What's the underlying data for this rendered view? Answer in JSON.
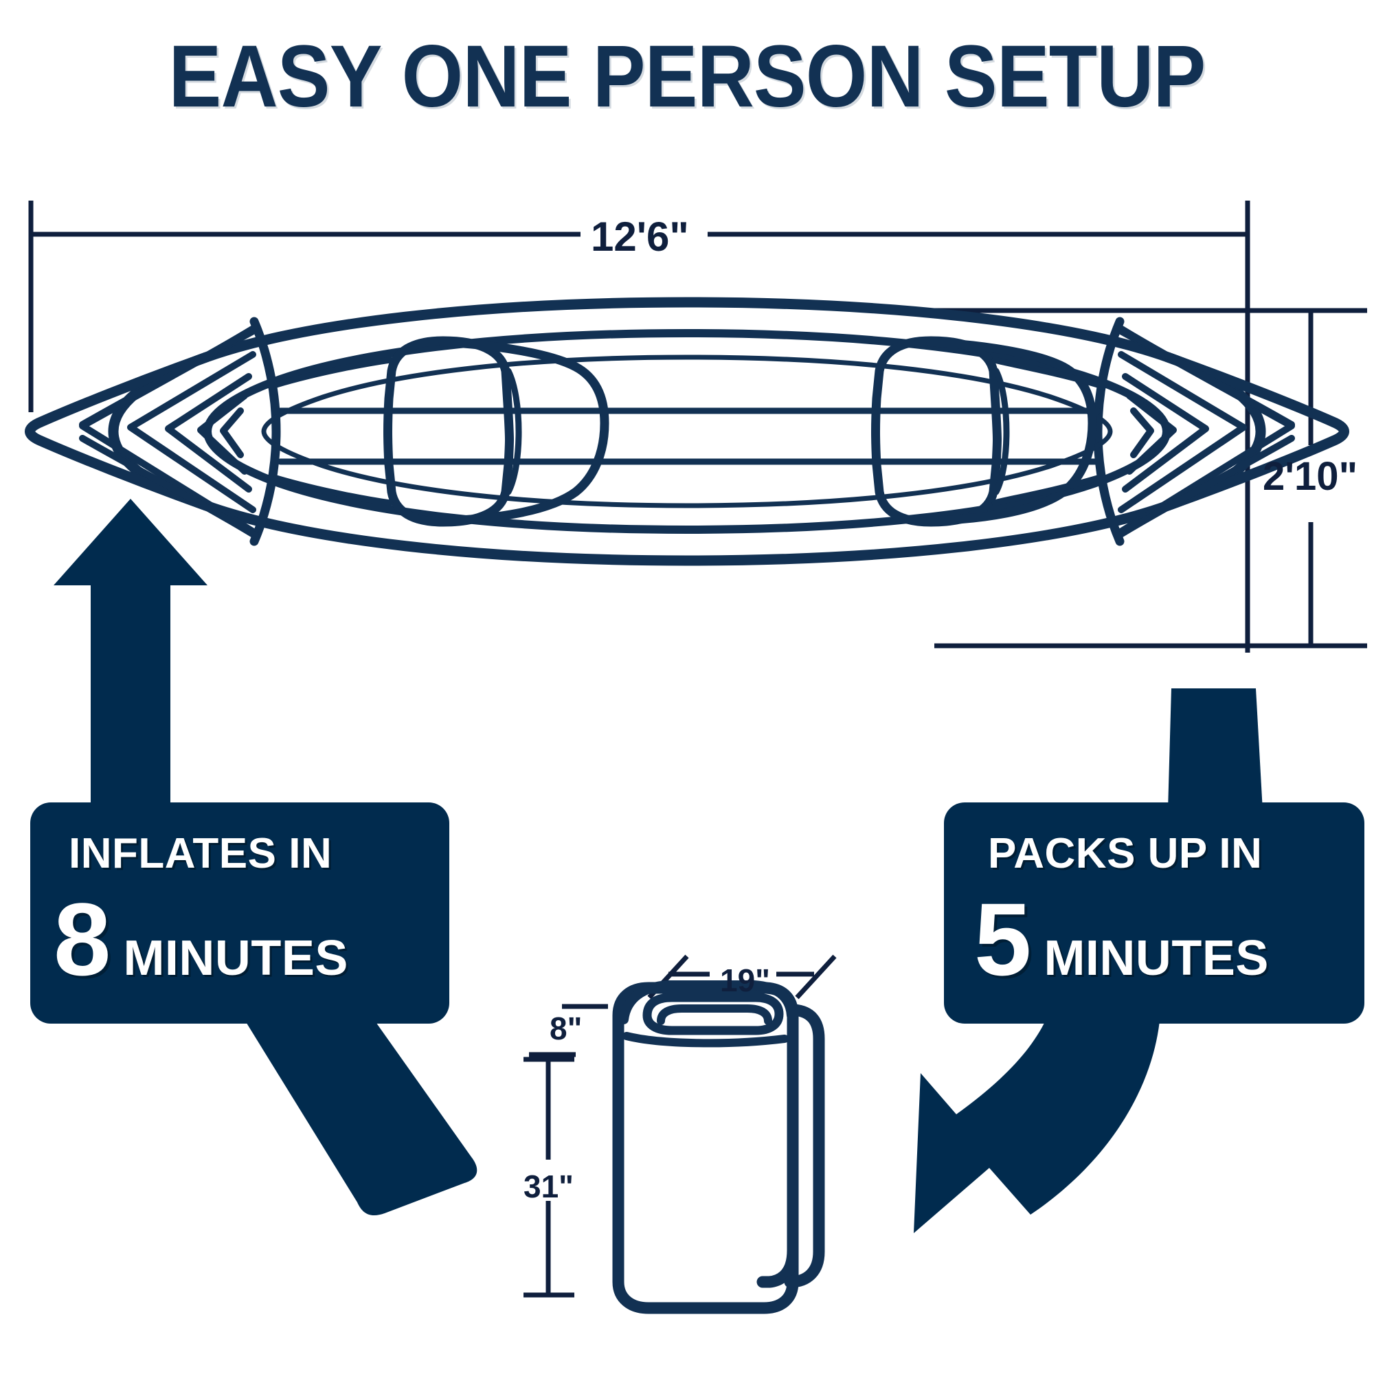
{
  "title": "EASY ONE PERSON SETUP",
  "accent_color": "#012b4e",
  "line_color": "#123153",
  "background_color": "#ffffff",
  "kayak": {
    "name": "inflatable-tandem-kayak-top-view",
    "length_label": "12'6\"",
    "width_label": "2'10\""
  },
  "badges": {
    "inflate": {
      "headline": "INFLATES IN",
      "number": "8",
      "unit": "MINUTES",
      "arrow_up": "arrow-up-icon",
      "arrow_down": "arrow-down-band-icon"
    },
    "pack": {
      "headline": "PACKS UP IN",
      "number": "5",
      "unit": "MINUTES",
      "arrow_up": "arrow-up-band-icon",
      "arrow_down": "arrow-down-left-icon"
    }
  },
  "packed_bag": {
    "name": "packed-kayak-bag",
    "width_label": "19\"",
    "depth_label": "8\"",
    "height_label": "31\""
  }
}
